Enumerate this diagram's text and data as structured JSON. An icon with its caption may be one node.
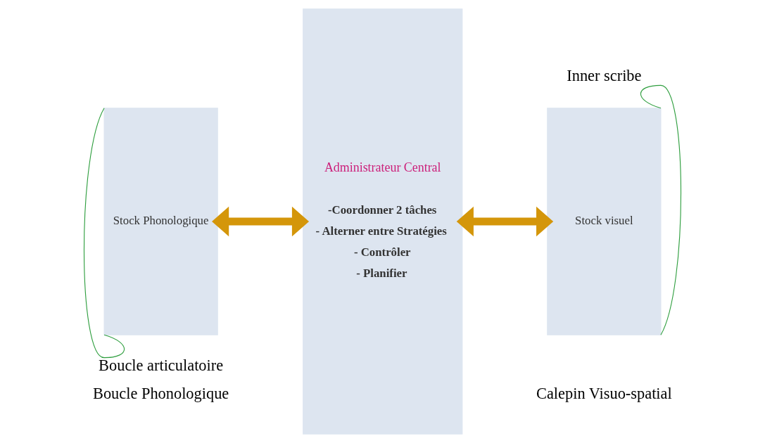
{
  "diagram": {
    "nodes": [
      {
        "text": [
          "Stock Phonologique"
        ],
        "beside": [
          "Boucle Phonologique"
        ]
      },
      {
        "text": [
          "Administrateur Central",
          "-Coordonner 2 tâches",
          "- Alterner entre Stratégies",
          "- Contrôler",
          "- Planifier"
        ]
      },
      {
        "text": [
          "Stock visuel"
        ],
        "beside": [
          "Calepin Visuo-spatial"
        ]
      }
    ],
    "edges": [
      {
        "from": 0,
        "to": 0,
        "arrow": "none",
        "label": "Boucle articulatoire",
        "color": "#2e9e3e"
      },
      {
        "from": 0,
        "to": 1,
        "arrow": "both",
        "style": "thick",
        "color": "#d4960a"
      },
      {
        "from": 1,
        "to": 2,
        "arrow": "both",
        "style": "thick",
        "color": "#d4960a"
      },
      {
        "from": 2,
        "to": 2,
        "arrow": "none",
        "label": "Inner scribe",
        "color": "#2e9e3e"
      }
    ]
  }
}
